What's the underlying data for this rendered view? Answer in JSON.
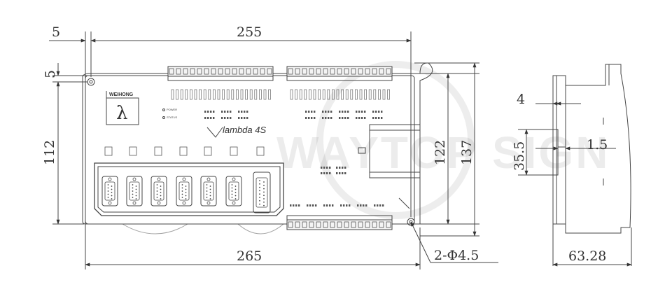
{
  "dimensions": {
    "left_offset": "5",
    "top_offset": "5",
    "top_width": "255",
    "bottom_width": "265",
    "left_height": "112",
    "right_inner_height": "122",
    "right_outer_height": "137",
    "hole_spec": "2-Φ4.5",
    "side_top": "4",
    "side_35": "35.5",
    "side_15": "1.5",
    "side_depth": "63.28"
  },
  "device": {
    "brand": "WEIHONG",
    "symbol": "λ",
    "model": "lambda 4S",
    "led_power": "POWER",
    "led_status": "STATUS"
  },
  "watermark": "WAYTOP SIGN"
}
